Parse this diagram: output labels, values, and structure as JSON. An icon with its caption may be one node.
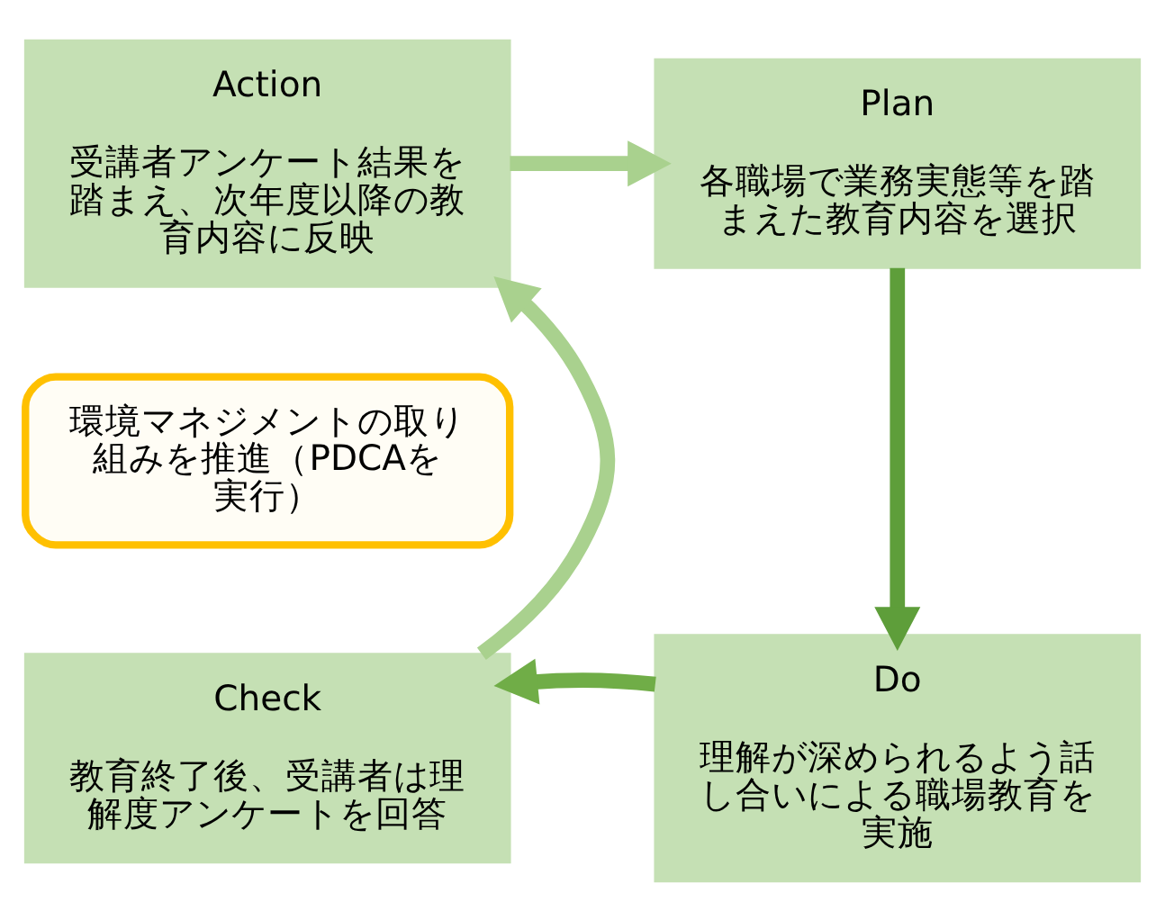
{
  "diagram": {
    "nodes": [
      {
        "text": [
          "Action",
          "受講者アンケート結果を踏まえ、次年度以降の教育内容に反映"
        ]
      },
      {
        "text": [
          "Plan",
          "各職場で業務実態等を踏まえた教育内容を選択"
        ]
      },
      {
        "text": [
          "Do",
          "理解が深められるよう話し合いによる職場教育を実施"
        ]
      },
      {
        "text": [
          "Check",
          "教育終了後、受講者は理解度アンケートを回答"
        ]
      },
      {
        "text": [
          "環境マネジメントの取り組みを推進（PDCAを実行）"
        ]
      }
    ],
    "edges": [
      {
        "from": 0,
        "to": 1,
        "arrow": "to",
        "color": "#a9d18e"
      },
      {
        "from": 1,
        "to": 2,
        "arrow": "to",
        "color": "#5e9e3a"
      },
      {
        "from": 2,
        "to": 3,
        "arrow": "to",
        "color": "#70ad47"
      },
      {
        "from": 3,
        "to": 0,
        "arrow": "to",
        "color": "#a9d18e"
      }
    ]
  }
}
